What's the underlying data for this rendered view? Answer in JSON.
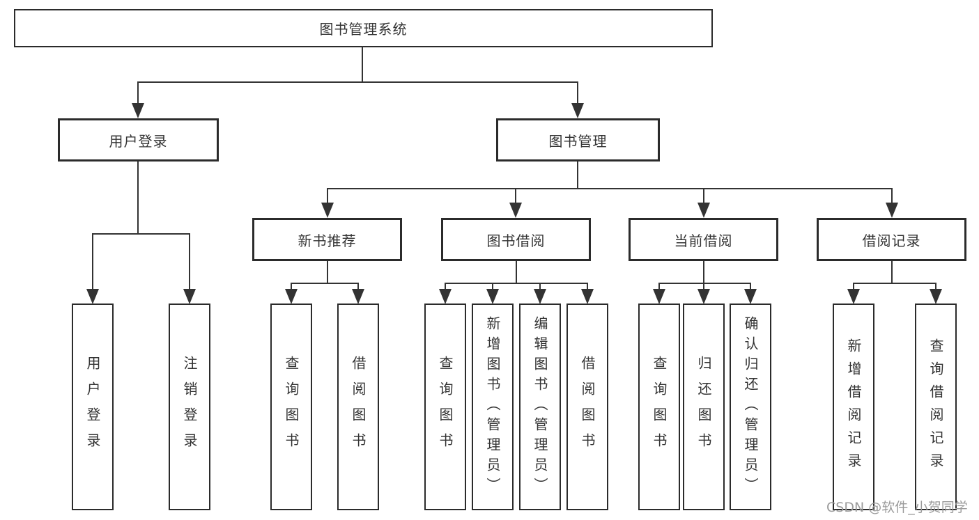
{
  "diagram": {
    "root_label": "图书管理系统",
    "level2": [
      "用户登录",
      "图书管理"
    ],
    "level3": [
      "新书推荐",
      "图书借阅",
      "当前借阅",
      "借阅记录"
    ],
    "leaves": [
      "用户登录",
      "注销登录",
      "查询图书",
      "借阅图书",
      "查询图书",
      "新增图书（管理员）",
      "编辑图书（管理员）",
      "借阅图书",
      "查询图书",
      "归还图书",
      "确认归还（管理员）",
      "新增借阅记录",
      "查询借阅记录"
    ]
  },
  "watermark": "CSDN @软件_小贺同学",
  "colors": {
    "line": "#333333",
    "box_border": "#2b2b2b",
    "text": "#333333",
    "watermark": "#9b9b9b",
    "background": "#ffffff"
  }
}
